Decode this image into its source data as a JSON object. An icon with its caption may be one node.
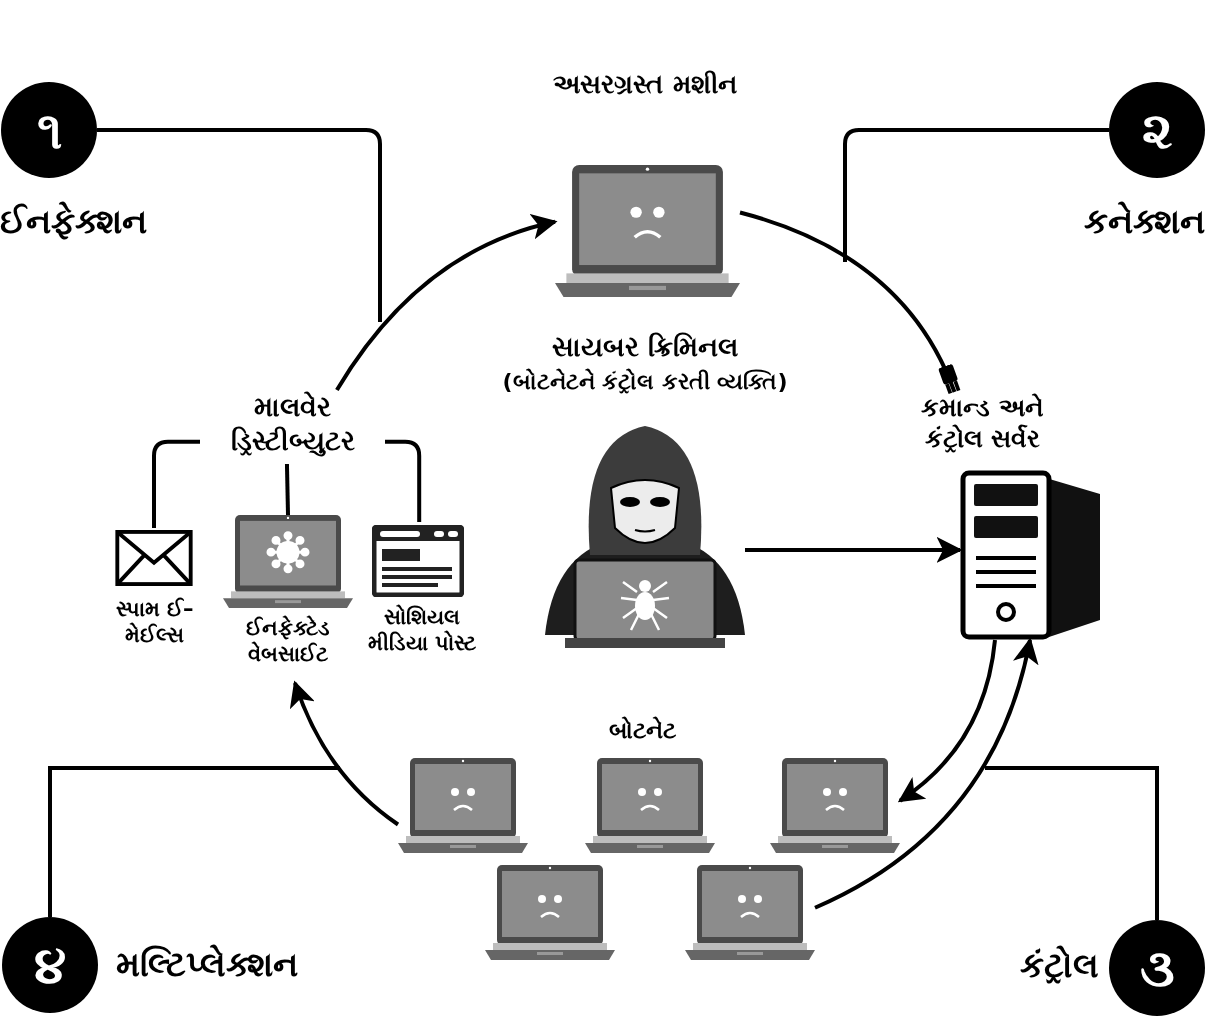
{
  "diagram": {
    "nodes": [
      {
        "text": [
          "૧"
        ],
        "beside": [
          "ઈનફેક્શન"
        ]
      },
      {
        "text": [
          "૨"
        ],
        "beside": [
          "કનેક્શન"
        ]
      },
      {
        "text": [
          "૩"
        ],
        "beside": [
          "કંટ્રોલ"
        ]
      },
      {
        "text": [
          "૪"
        ],
        "beside": [
          "મલ્ટિપ્લેક્શન"
        ]
      },
      {
        "text": [
          "અસરગ્રસ્ત મશીન"
        ]
      },
      {
        "text": [
          "માલવેર ડ્રિસ્ટીબ્યુટર"
        ]
      },
      {
        "text": [
          "સ્પામ ઈ–મેઈલ્સ"
        ]
      },
      {
        "text": [
          "ઈનફેક્ટેડ વેબસાઈટ"
        ]
      },
      {
        "text": [
          "સોશિયલ મીડિયા પોસ્ટ"
        ]
      },
      {
        "text": [
          "સાયબર ક્રિમિનલ",
          "(બોટનેટને કંટ્રોલ કરતી વ્યક્તિ)"
        ]
      },
      {
        "text": [
          "કમાન્ડ અને કંટ્રોલ સર્વર"
        ]
      },
      {
        "text": [
          "બોટનેટ"
        ]
      },
      {
        "text": [],
        "shape": "picture"
      },
      {
        "text": [],
        "shape": "picture"
      },
      {
        "text": [],
        "shape": "picture"
      },
      {
        "text": [],
        "shape": "picture"
      },
      {
        "text": [],
        "shape": "picture"
      }
    ],
    "edges": [
      {
        "from": 5,
        "to": 4,
        "arrow": "to"
      },
      {
        "from": 4,
        "to": 10,
        "arrow": "other"
      },
      {
        "from": 9,
        "to": 10,
        "arrow": "to"
      },
      {
        "from": 10,
        "to": 14,
        "arrow": "to"
      },
      {
        "from": 16,
        "to": 10,
        "arrow": "to"
      },
      {
        "from": 12,
        "to": 7,
        "arrow": "to"
      },
      {
        "from": 5,
        "to": 6,
        "arrow": "none"
      },
      {
        "from": 5,
        "to": 7,
        "arrow": "none"
      },
      {
        "from": 5,
        "to": 8,
        "arrow": "none"
      },
      {
        "from": 0,
        "to": null,
        "arrow": "none"
      },
      {
        "from": 1,
        "to": null,
        "arrow": "none"
      },
      {
        "from": 2,
        "to": null,
        "arrow": "none"
      },
      {
        "from": 3,
        "to": null,
        "arrow": "none"
      }
    ]
  }
}
